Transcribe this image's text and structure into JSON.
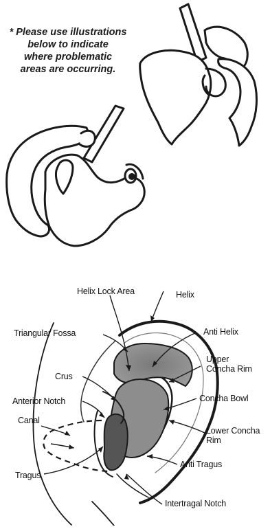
{
  "instructions": {
    "lines": [
      "* Please use illustrations",
      "below to indicate",
      "where problematic",
      "areas are occurring."
    ]
  },
  "ear_labels": {
    "helix_lock_area": "Helix Lock Area",
    "helix": "Helix",
    "triangular_fossa": "Triangular Fossa",
    "anti_helix": "Anti Helix",
    "upper_concha_rim_1": "Upper",
    "upper_concha_rim_2": "Concha Rim",
    "crus": "Crus",
    "concha_bowl": "Concha Bowl",
    "anterior_notch": "Anterior Notch",
    "canal": "Canal",
    "lower_concha_rim_1": "Lower Concha",
    "lower_concha_rim_2": "Rim",
    "anti_tragus": "Anti Tragus",
    "tragus": "Tragus",
    "intertragal_notch": "Intertragal Notch"
  }
}
